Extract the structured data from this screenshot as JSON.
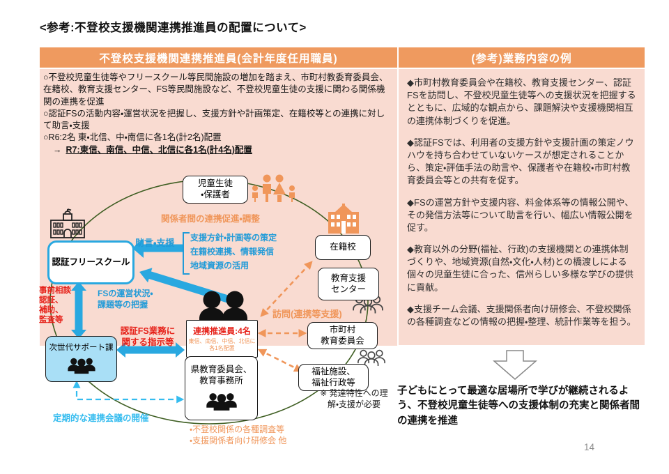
{
  "page": {
    "title": "<参考:不登校支援機関連携推進員の配置について>",
    "page_number": "14"
  },
  "colors": {
    "header_orange": "#EF9A5F",
    "panel_pink": "#F9DBD1",
    "arrow_blue": "#29A8E0",
    "dashed_cyan": "#35BCEF",
    "accent_red": "#E62119",
    "accent_orange": "#F0965A",
    "ellipse_green": "#3E5E22",
    "jisedai_fill": "#A9DFF6"
  },
  "left_panel": {
    "header": "不登校支援機関連携推進員(会計年度任用職員)",
    "bullets": [
      "○不登校児童生徒等やフリースクール等民間施設の増加を踏まえ、市町村教委育委員会、在籍校、教育支援センター、FS等民間施設など、不登校児童生徒の支援に関わる関係機関の連携を促進",
      "○認証FSの活動内容・運営状況を把握し、支援方針や計画策定、在籍校等との連携に対して助言・支援",
      "○R6:2名 東・北信、中・南信に各1名(計2名)配置"
    ],
    "r7_prefix": "→",
    "r7_line": "R7:東信、南信、中信、北信に各1名(計4名)配置"
  },
  "diagram": {
    "boxes": {
      "jidou_seito": "児童生徒\n・保護者",
      "zaisekikou": "在籍校",
      "kyouiku_shien_center": "教育支援\nセンター",
      "shichouson_kyouiku_iinkai": "市町村\n教育委員会",
      "fukushi": "福祉施設、\n福祉行政等",
      "ninshou_free_school": "認証フリースクール",
      "jisedai_support_ka": "次世代サポート課",
      "renkei_suishinin_title": "連携推進員:4名",
      "renkei_suishinin_sub": "東信、南信、中信、北信に\n各1名配置",
      "ken_kyouiku_iinkai": "県教育委員会、\n教育事務所"
    },
    "labels": {
      "kankeisha": "関係者間の連携促進・調整",
      "jogen_shien": "助言・支援",
      "bracket_items": [
        "支援方針・計画等の策定",
        "在籍校連携、情報発信",
        "地域資源の活用"
      ],
      "fs_unei": "FSの運営状況・\n課題等の把握",
      "jizen_soudan": "事前相談\n認証、\n補助、\n監査等",
      "ninshou_fs_gyoumu": "認証FS業務に\n関する指示等",
      "houmon": "訪問(連携等支援)",
      "hattatsu_note": "※ 発達特性への理\n解・支援が必要",
      "chousa_notes": "・不登校関係の各種調査等\n・支援関係者向け研修会 他",
      "teikiteki": "定期的な連携会議の開催"
    },
    "icons": {
      "family-icon": "保護者と子どもの家族",
      "school-outline-icon": "フリースクール校舎",
      "school-filled-icon": "在籍校校舎",
      "person-icon": "連携推進員",
      "people-group-icon": "職員グループ",
      "people-outline-icon": "関係者グループ",
      "down-block-arrow-icon": "下向き矢印"
    }
  },
  "right_panel": {
    "header": "(参考)業務内容の例",
    "paragraphs": [
      "◆市町村教育委員会や在籍校、教育支援センター、認証FSを訪問し、不登校児童生徒等への支援状況を把握するとともに、広域的な観点から、課題解決や支援機関相互の連携体制づくりを促進。",
      "◆認証FSでは、利用者の支援方針や支援計画の策定ノウハウを持ち合わせていないケースが想定されることから、策定・評価手法の助言や、保護者や在籍校・市町村教育委員会等との共有を促す。",
      "◆FSの運営方針や支援内容、料金体系等の情報公開や、その発信方法等について助言を行い、幅広い情報公開を促す。",
      "◆教育以外の分野(福祉、行政)の支援機関との連携体制づくりや、地域資源(自然・文化・人材)との橋渡しによる個々の児童生徒に合った、信州らしい多様な学びの提供に貢献。",
      "◆支援チーム会議、支援関係者向け研修会、不登校関係の各種調査などの情報の把握・整理、統計作業等を担う。"
    ],
    "conclusion": " 子どもにとって最適な居場所で学びが継続されるよう、不登校児童生徒等への支援体制の充実と関係者間の連携を推進"
  }
}
